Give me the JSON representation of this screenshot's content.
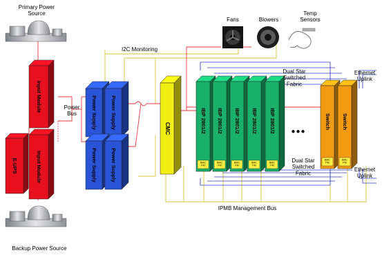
{
  "sources": {
    "primary": "Primary Power\nSource",
    "backup": "Backup Power Source"
  },
  "power_bus": "Power\nBus",
  "modules": {
    "input": "Input Module",
    "eups": "E-UPS"
  },
  "power_supply": "Power Supply",
  "i2c": "I2C Monitoring",
  "cmc": "CMC",
  "ibp": "IBP 2801/2",
  "switch": "Switch",
  "bmc": "BMC\nPM",
  "ellipsis": "●●●",
  "fans": "Fans",
  "blowers": "Blowers",
  "temp": "Temp\nSensors",
  "ethernet": "Ethernet\nUplink",
  "fabric": "Dual Star\nSwitched\nFabric",
  "ipmb": "IPMB Management Bus",
  "colors": {
    "power": "#e8353a",
    "i2c": "#d8c53a",
    "fabric": "#2e3fc9",
    "input": "#e8101e",
    "psu": "#2a54d8",
    "cmc": "#f2ee12",
    "ibp": "#19b06a",
    "switch": "#f29a12",
    "bmc": "#ffef40"
  }
}
